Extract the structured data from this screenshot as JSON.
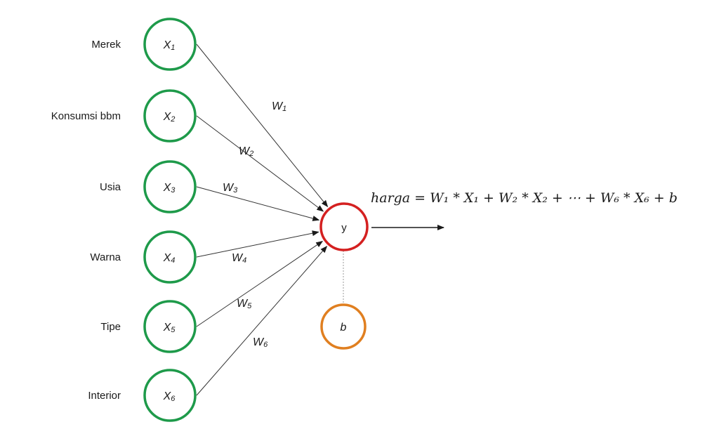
{
  "diagram": {
    "colors": {
      "input_node": "#1e9a4a",
      "output_node": "#d42020",
      "bias_node": "#e07f20",
      "edge": "#333333"
    },
    "inputs": [
      {
        "label": "Merek",
        "node": "X",
        "index": "1",
        "weight": "W",
        "weight_index": "1"
      },
      {
        "label": "Konsumsi bbm",
        "node": "X",
        "index": "2",
        "weight": "W",
        "weight_index": "2"
      },
      {
        "label": "Usia",
        "node": "X",
        "index": "3",
        "weight": "W",
        "weight_index": "3"
      },
      {
        "label": "Warna",
        "node": "X",
        "index": "4",
        "weight": "W",
        "weight_index": "4"
      },
      {
        "label": "Tipe",
        "node": "X",
        "index": "5",
        "weight": "W",
        "weight_index": "5"
      },
      {
        "label": "Interior",
        "node": "X",
        "index": "6",
        "weight": "W",
        "weight_index": "6"
      }
    ],
    "output_node": "y",
    "bias_node": "b",
    "equation": "harga = W₁ * X₁ + W₂ * X₂ + ⋯ + W₆ * X₆ + b"
  }
}
